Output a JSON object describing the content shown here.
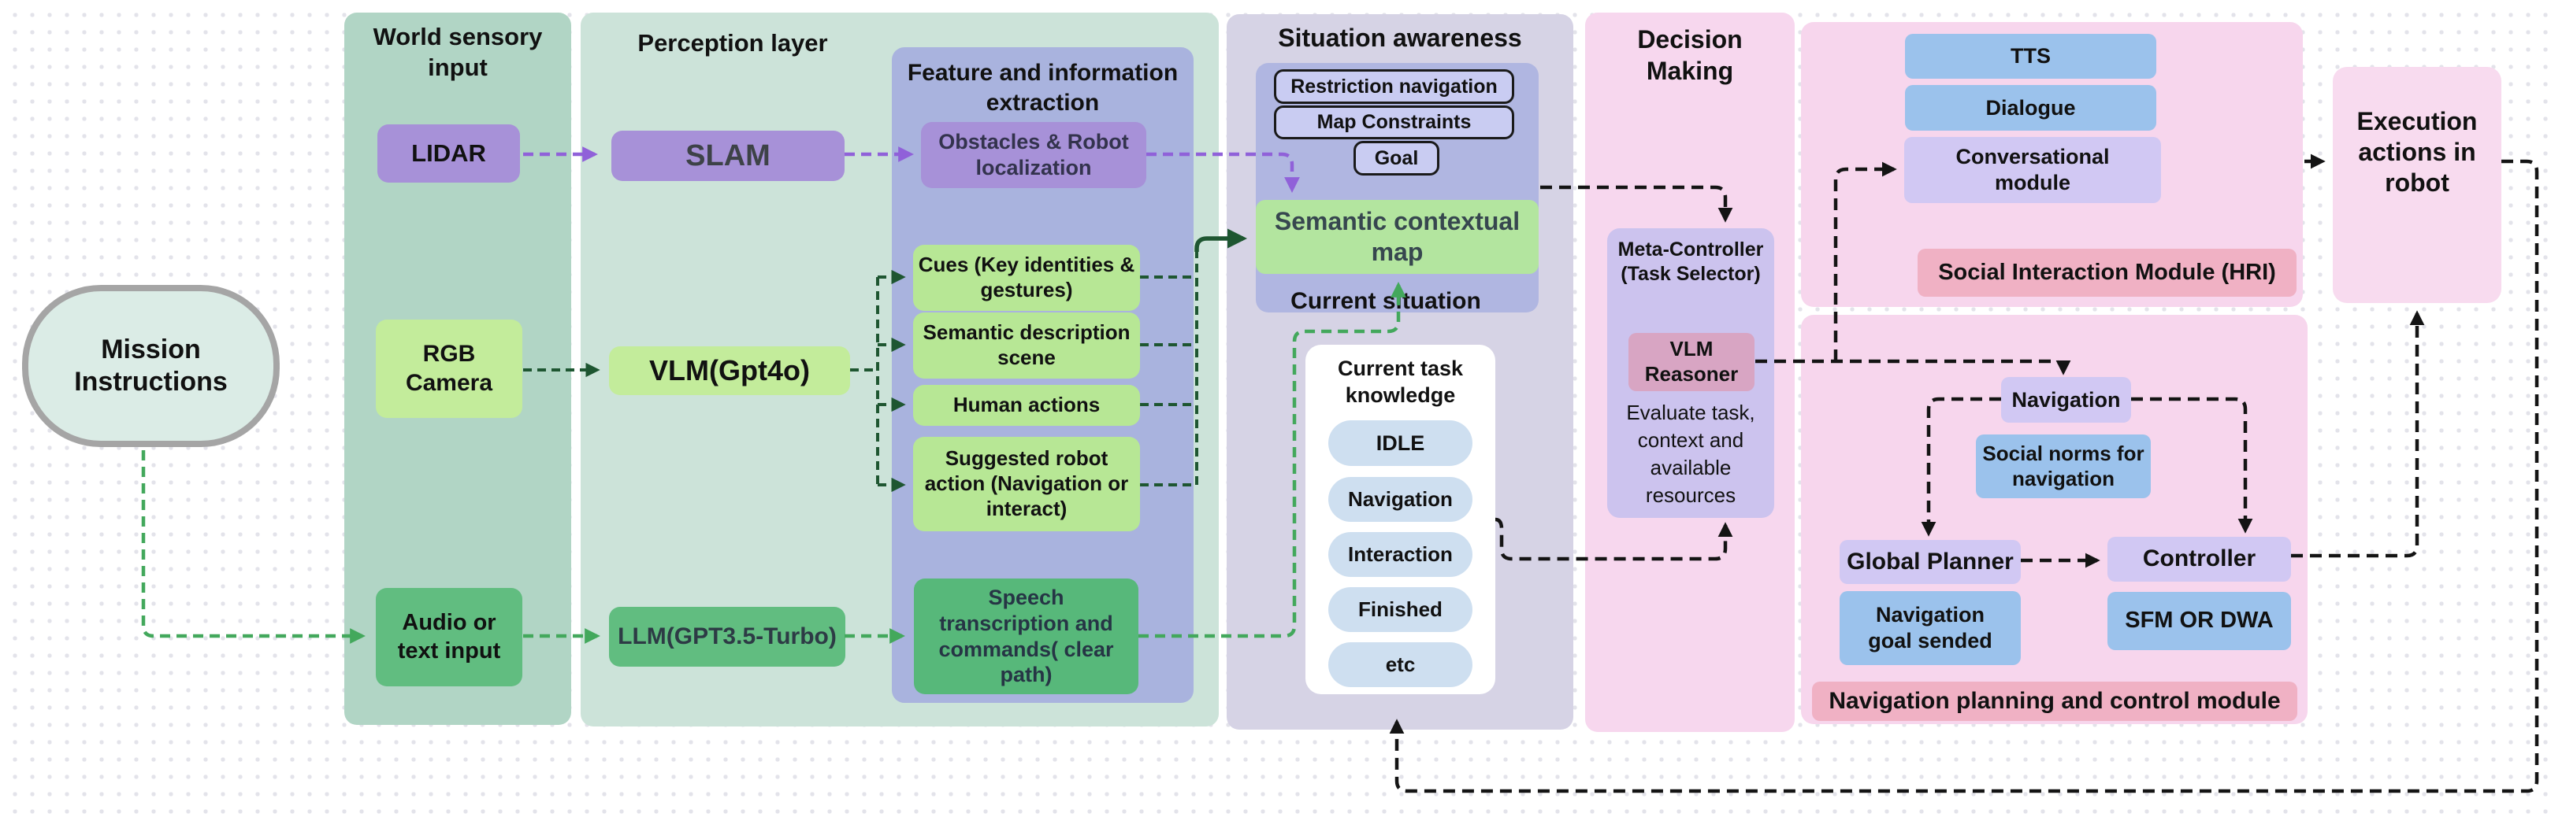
{
  "colors": {
    "canvas_bg": "#ffffff",
    "grid_dot": "#e3e3ea",
    "column_world": "#b1d5c5",
    "column_perception": "#cce3d9",
    "panel_feature": "#a9b3de",
    "panel_situation": "#d6d3e5",
    "panel_inner_situation": "#b0b6e1",
    "panel_decision": "#f7d7ee",
    "panel_social": "#f7d6ed",
    "panel_navigation": "#f7d6ed",
    "box_purple": "#a791d8",
    "box_green_light": "#c3ec9b",
    "box_green_feature": "#b7e795",
    "box_green_mid": "#61bd80",
    "box_green_dark": "#57b87a",
    "box_lavender": "#d1c8f3",
    "box_blue": "#9bc2ec",
    "box_constraint": "#c9ccf2",
    "box_map_green": "#b3e59f",
    "box_pill": "#cedff0",
    "box_meta": "#ccc3ee",
    "box_reasoner": "#d8a5c3",
    "box_label_pink": "#f0b1c4",
    "box_execution": "#f8dbef",
    "ellipse_fill": "#dbece6",
    "ellipse_border": "#a5a5a5",
    "arrow_purple": "#9061d9",
    "arrow_dark_green": "#1e5631",
    "arrow_green": "#43a85c",
    "arrow_black": "#141414"
  },
  "mission": {
    "label": "Mission Instructions"
  },
  "world_input": {
    "title": "World sensory input",
    "lidar": "LIDAR",
    "rgb": "RGB Camera",
    "audio": "Audio or text input"
  },
  "perception": {
    "title": "Perception layer",
    "slam": "SLAM",
    "vlm": "VLM(Gpt4o)",
    "llm": "LLM(GPT3.5-Turbo)"
  },
  "feature_extraction": {
    "title": "Feature and information extraction",
    "obstacles": "Obstacles & Robot localization",
    "cues": "Cues (Key identities & gestures)",
    "semantic_desc": "Semantic description scene",
    "human_actions": "Human actions",
    "suggested": "Suggested robot action (Navigation or interact)",
    "speech": "Speech transcription and commands( clear path)"
  },
  "situation": {
    "title": "Situation awareness",
    "restriction": "Restriction navigation",
    "map_constraints": "Map Constraints",
    "goal": "Goal",
    "semantic_map": "Semantic contextual map",
    "current_situation": "Current situation"
  },
  "task_knowledge": {
    "title": "Current task knowledge",
    "items": [
      "IDLE",
      "Navigation",
      "Interaction",
      "Finished",
      "etc"
    ]
  },
  "decision": {
    "title": "Decision Making",
    "meta_controller": "Meta-Controller (Task Selector)",
    "vlm_reasoner": "VLM Reasoner",
    "evaluate": "Evaluate task, context and available resources"
  },
  "social": {
    "tts": "TTS",
    "dialogue": "Dialogue",
    "conversational": "Conversational module",
    "label": "Social Interaction Module (HRI)"
  },
  "navigation": {
    "nav": "Navigation",
    "social_norms": "Social norms for navigation",
    "global_planner": "Global Planner",
    "controller": "Controller",
    "nav_goal": "Navigation goal sended",
    "sfm": "SFM OR DWA",
    "label": "Navigation planning and control module"
  },
  "execution": {
    "label": "Execution actions in robot"
  }
}
